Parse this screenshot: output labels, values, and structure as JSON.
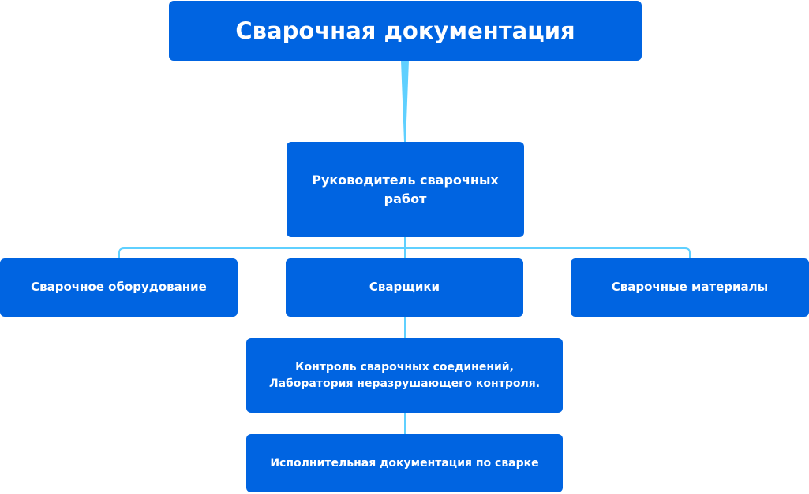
{
  "colors": {
    "node": "#0064e1",
    "connector": "#5fd0ff",
    "text": "#ffffff"
  },
  "root": {
    "label": "Сварочная документация"
  },
  "manager": {
    "label": "Руководитель сварочных работ"
  },
  "children": [
    {
      "label": "Сварочное оборудование"
    },
    {
      "label": "Сварщики"
    },
    {
      "label": "Сварочные материалы"
    }
  ],
  "control": {
    "label": "Контроль сварочных соединений, Лаборатория неразрушающего контроля."
  },
  "executive": {
    "label": "Исполнительная документация по сварке"
  }
}
